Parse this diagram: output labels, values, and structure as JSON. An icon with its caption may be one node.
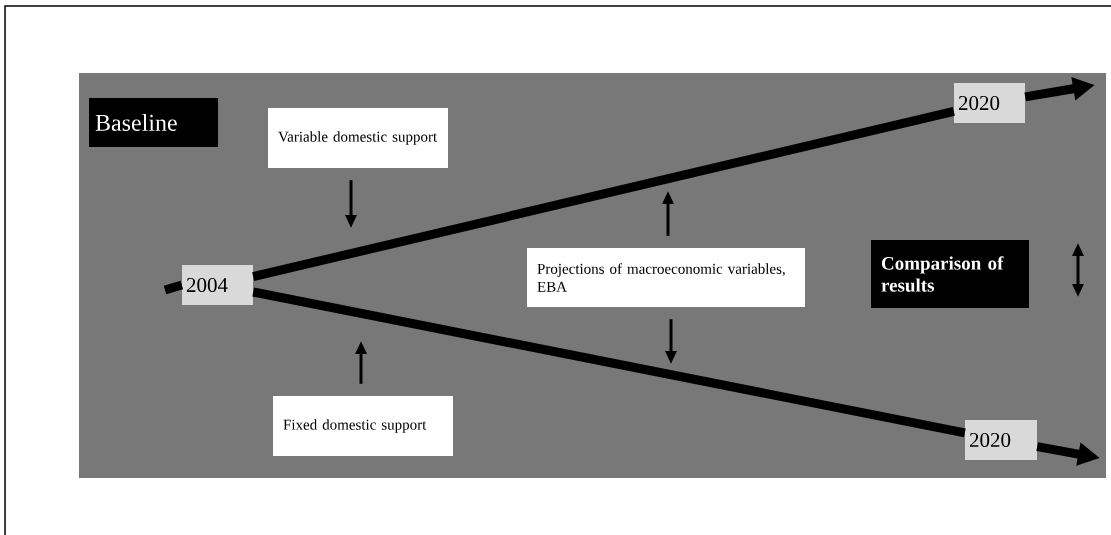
{
  "diagram": {
    "nodes": [
      {
        "text": [
          "Baseline"
        ]
      },
      {
        "text": [
          "Variable domestic support"
        ]
      },
      {
        "text": [
          "2004"
        ]
      },
      {
        "text": [
          "2020"
        ]
      },
      {
        "text": [
          "Projections of macroeconomic variables, EBA"
        ]
      },
      {
        "text": [
          "Comparison of results"
        ]
      },
      {
        "text": [
          "Fixed domestic support"
        ]
      },
      {
        "text": [
          "2020"
        ]
      }
    ],
    "edges": [
      {
        "from": 2,
        "to": 3,
        "arrow": "none",
        "style": "thick"
      },
      {
        "from": 3,
        "to": null,
        "arrow": "to",
        "style": "thick"
      },
      {
        "from": 2,
        "to": 7,
        "arrow": "none",
        "style": "thick"
      },
      {
        "from": 7,
        "to": null,
        "arrow": "to",
        "style": "thick"
      },
      {
        "from": 1,
        "to": null,
        "arrow": "to"
      },
      {
        "from": 6,
        "to": null,
        "arrow": "to"
      },
      {
        "from": 4,
        "to": null,
        "arrow": "to"
      },
      {
        "from": 4,
        "to": null,
        "arrow": "to"
      }
    ]
  }
}
